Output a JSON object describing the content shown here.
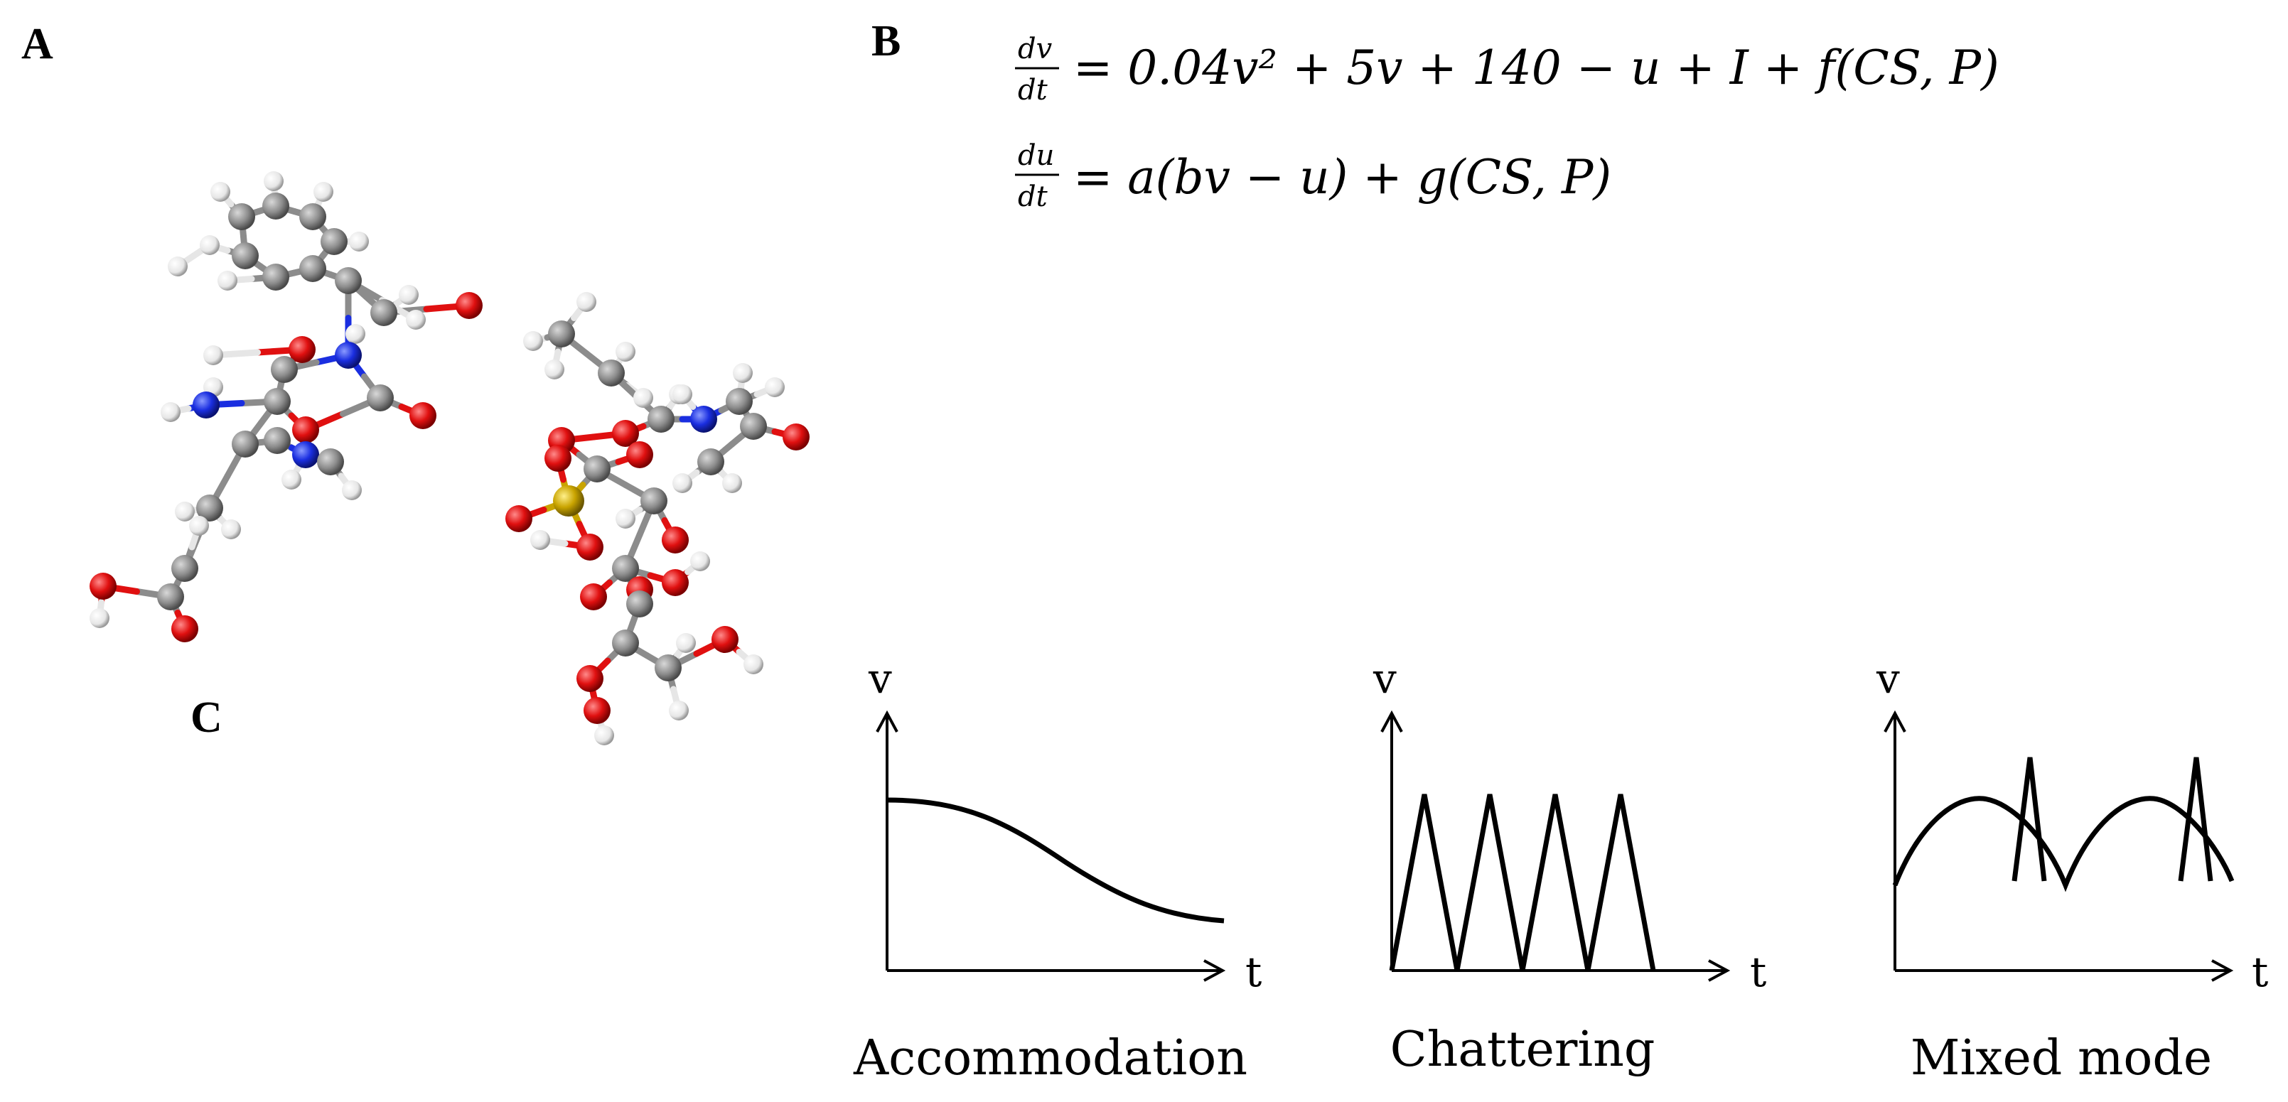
{
  "panels": {
    "a": "A",
    "b": "B",
    "c": "C"
  },
  "equations": {
    "dv_num": "dv",
    "dv_den": "dt",
    "dv_rhs": "= 0.04v² + 5v + 140 − u + I + f(CS, P)",
    "du_num": "du",
    "du_den": "dt",
    "du_rhs": "= a(bv − u) + g(CS, P)"
  },
  "plots": [
    {
      "ylabel": "v",
      "xlabel": "t",
      "caption": "Accommodation"
    },
    {
      "ylabel": "v",
      "xlabel": "t",
      "caption": "Chattering"
    },
    {
      "ylabel": "v",
      "xlabel": "t",
      "caption": "Mixed mode"
    }
  ],
  "atom_colors": {
    "carbon": "#8c8c8c",
    "hydrogen": "#e6e6e6",
    "oxygen": "#e01010",
    "nitrogen": "#1a2ee0",
    "sulfur": "#c9a400"
  }
}
